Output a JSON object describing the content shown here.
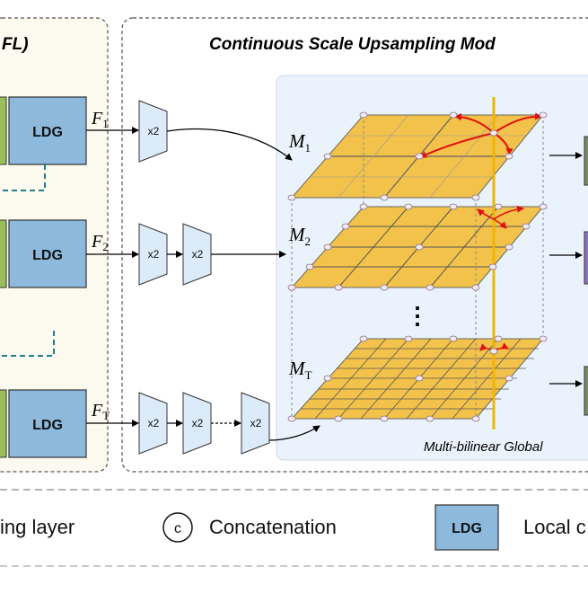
{
  "left_panel": {
    "title": "FL)"
  },
  "main_panel": {
    "title": "Continuous Scale Upsampling Mod"
  },
  "ldg_blocks": [
    {
      "label": "LDG",
      "feature": "F",
      "sub": "1"
    },
    {
      "label": "LDG",
      "feature": "F",
      "sub": "2"
    },
    {
      "label": "LDG",
      "feature": "F",
      "sub": "T"
    }
  ],
  "upsample_label": "x2",
  "maps": [
    {
      "name": "M",
      "sub": "1"
    },
    {
      "name": "M",
      "sub": "2"
    },
    {
      "name": "M",
      "sub": "T"
    }
  ],
  "ellipsis": "⋮",
  "inner_caption": "Multi-bilinear Global",
  "legend": {
    "layer_text": "ing layer",
    "concat_symbol": "c",
    "concat_text": "Concatenation",
    "ldg_label": "LDG",
    "ldg_text": "Local c"
  },
  "colors": {
    "ldg_fill": "#8DB9DD",
    "green_bar": "#9ABF5A",
    "upsample_fill": "#DCEBFA",
    "plane_fill": "#F3C24A",
    "inner_bg": "#EAF3FB",
    "left_bg": "#FCF9EE",
    "beam": "#F2B400",
    "red_arrow": "#E01010"
  }
}
